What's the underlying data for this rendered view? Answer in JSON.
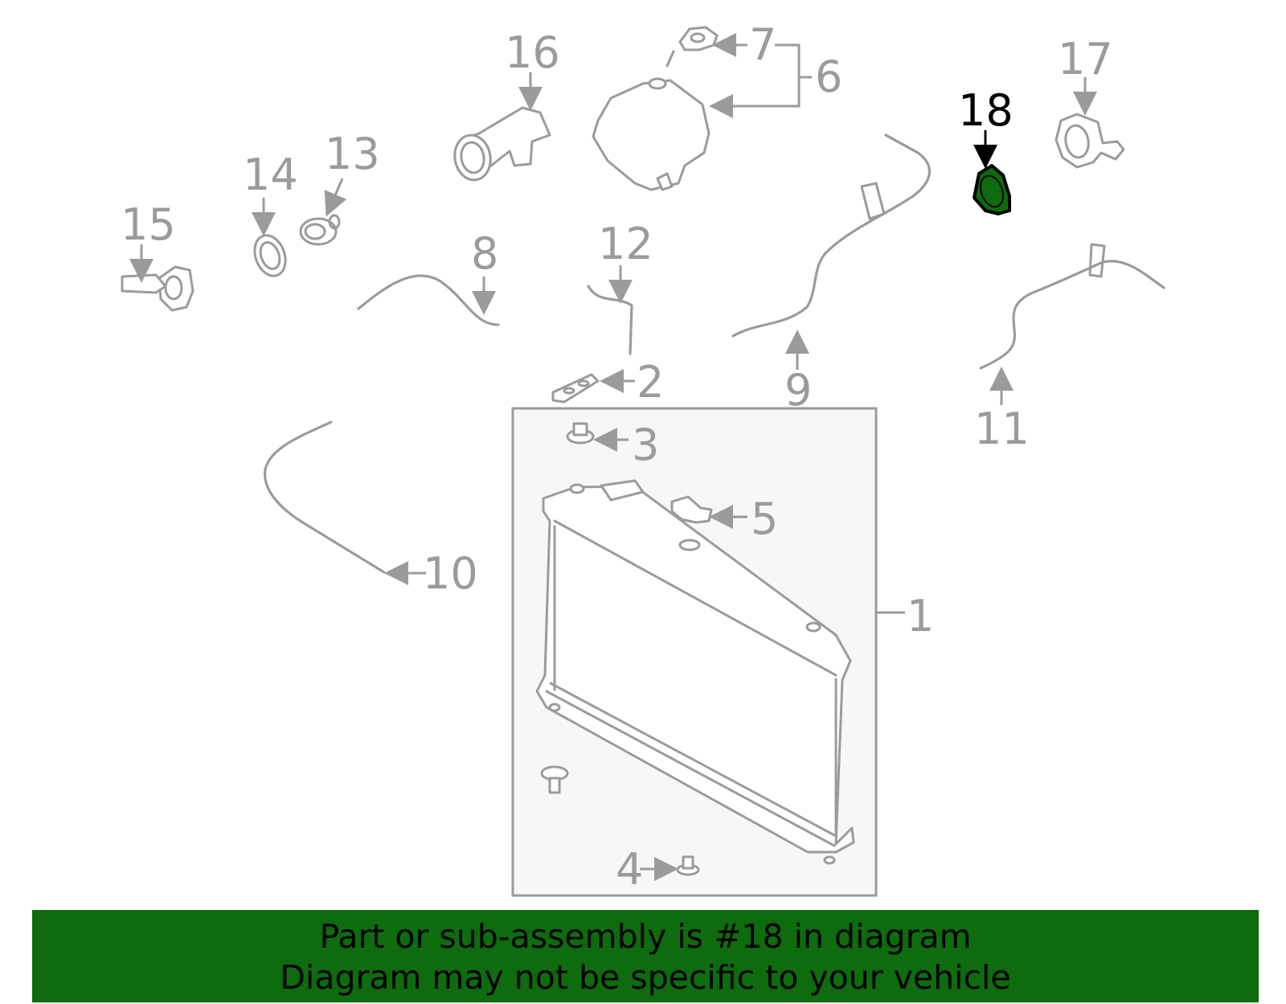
{
  "labels": {
    "p1": "1",
    "p2": "2",
    "p3": "3",
    "p4": "4",
    "p5": "5",
    "p6": "6",
    "p7": "7",
    "p8": "8",
    "p9": "9",
    "p10": "10",
    "p11": "11",
    "p12": "12",
    "p13": "13",
    "p14": "14",
    "p15": "15",
    "p16": "16",
    "p17": "17",
    "p18": "18"
  },
  "highlighted_part": "18",
  "colors": {
    "line": "#9b9b9b",
    "highlight_fill": "#0e6b0e",
    "banner_bg": "#0e6b0e",
    "box_bg": "#f7f7f7"
  },
  "banner": {
    "line1": "Part or sub-assembly is #18 in diagram",
    "line2": "Diagram may not be specific to your vehicle"
  }
}
